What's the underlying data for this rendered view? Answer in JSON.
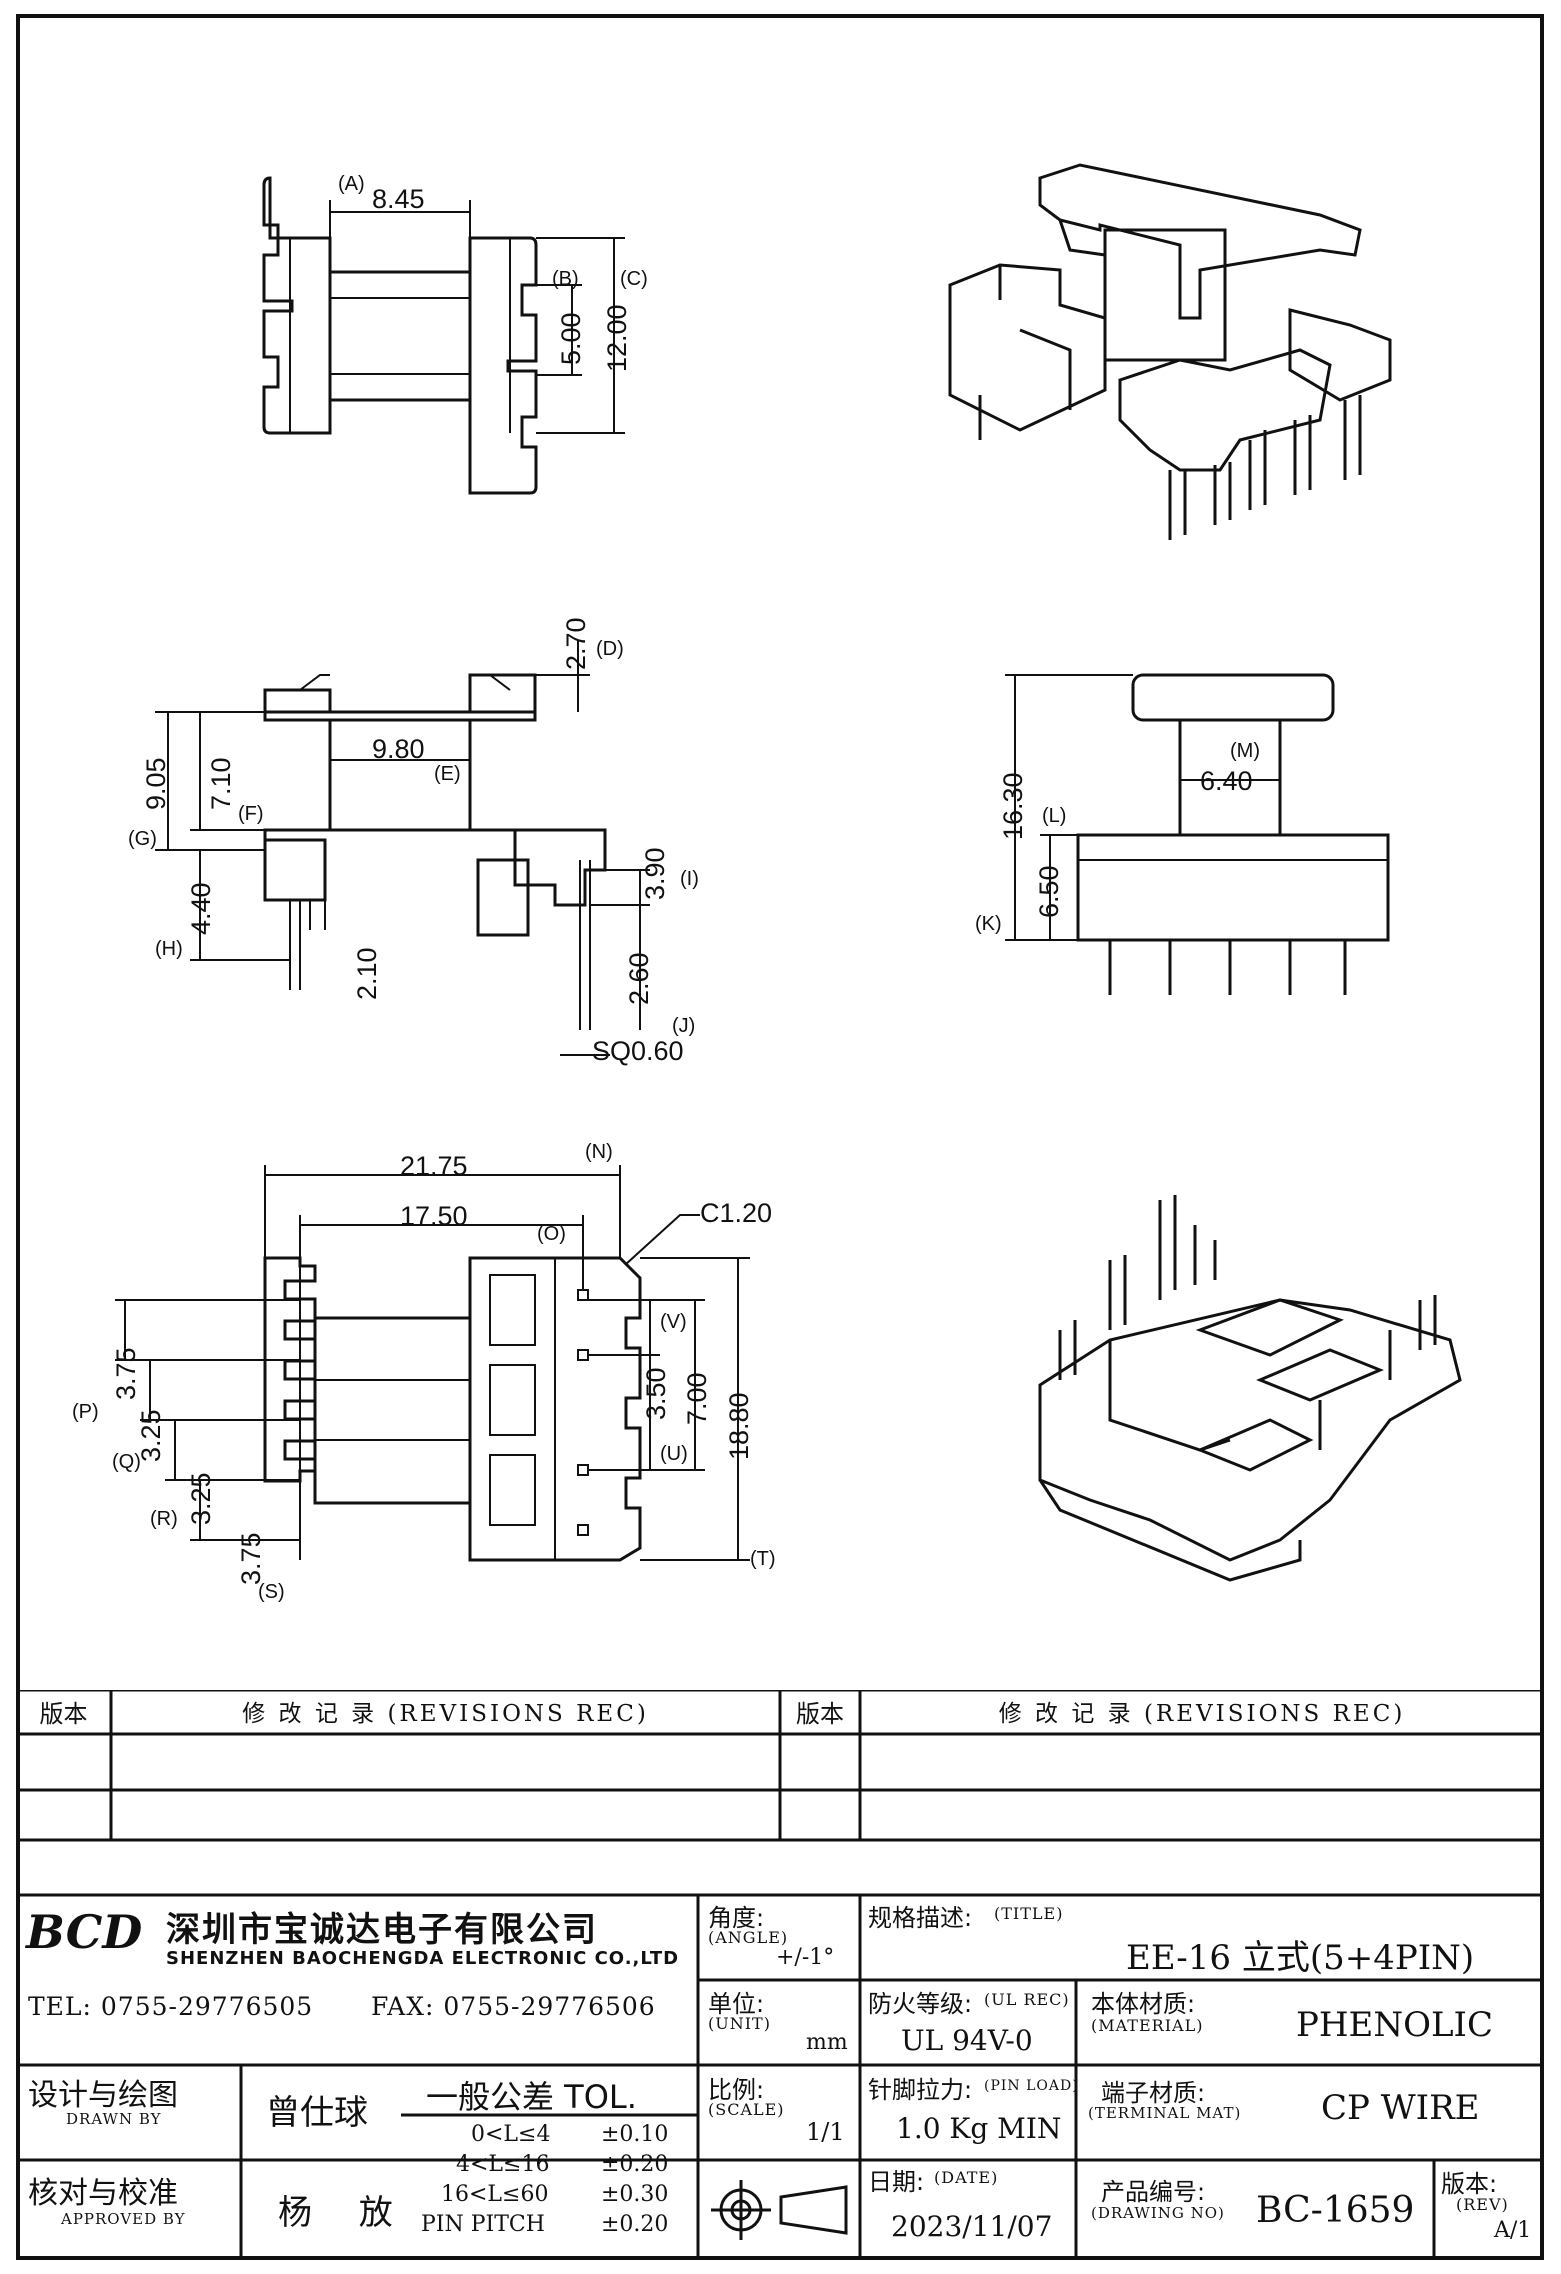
{
  "views": {
    "top": {
      "A": "8.45",
      "A_tag": "(A)",
      "B": "5.00",
      "B_tag": "(B)",
      "C": "12.00",
      "C_tag": "(C)"
    },
    "front": {
      "D": "2.70",
      "D_tag": "(D)",
      "E": "9.80",
      "E_tag": "(E)",
      "F_tag": "(F)",
      "G": "9.05",
      "G_tag": "(G)",
      "F": "7.10",
      "H": "4.40",
      "H_tag": "(H)",
      "h210": "2.10",
      "I": "3.90",
      "I_tag": "(I)",
      "J": "2.60",
      "J_tag": "(J)",
      "SQ": "SQ0.60"
    },
    "side": {
      "K": "16.30",
      "K_tag": "(K)",
      "L": "6.50",
      "L_tag": "(L)",
      "M": "6.40",
      "M_tag": "(M)"
    },
    "bottom": {
      "N": "21.75",
      "N_tag": "(N)",
      "O": "17.50",
      "O_tag": "(O)",
      "C12": "C1.20",
      "P": "3.75",
      "P_tag": "(P)",
      "Q": "3.25",
      "Q_tag": "(Q)",
      "R": "3.25",
      "R_tag": "(R)",
      "S": "3.75",
      "S_tag": "(S)",
      "V": "3.50",
      "V_tag": "(V)",
      "U": "7.00",
      "U_tag": "(U)",
      "T": "18.80",
      "T_tag": "(T)"
    }
  },
  "revisions": {
    "ver_label": "版本",
    "rec_label": "修 改 记 录 (REVISIONS REC)",
    "ver_label2": "版本",
    "rec_label2": "修 改 记 录 (REVISIONS REC)"
  },
  "company": {
    "logo": "BCD",
    "name_cn": "深圳市宝诚达电子有限公司",
    "name_en": "SHENZHEN BAOCHENGDA ELECTRONIC CO.,LTD",
    "tel": "TEL: 0755-29776505",
    "fax": "FAX: 0755-29776506"
  },
  "title_block": {
    "angle_label": "角度:",
    "angle_en": "(ANGLE)",
    "angle_val": "+/-1°",
    "title_label": "规格描述:",
    "title_en": "(TITLE)",
    "title_val": "EE-16 立式(5+4PIN)",
    "unit_label": "单位:",
    "unit_en": "(UNIT)",
    "unit_val": "mm",
    "ul_label": "防火等级:",
    "ul_en": "(UL REC)",
    "ul_val": "UL 94V-0",
    "mat_label": "本体材质:",
    "mat_en": "(MATERIAL)",
    "mat_val": "PHENOLIC",
    "scale_label": "比例:",
    "scale_en": "(SCALE)",
    "scale_val": "1/1",
    "pin_label": "针脚拉力:",
    "pin_en": "(PIN LOAD)",
    "pin_val": "1.0 Kg MIN",
    "term_label": "端子材质:",
    "term_en": "(TERMINAL MAT)",
    "term_val": "CP WIRE",
    "date_label": "日期:",
    "date_en": "(DATE)",
    "date_val": "2023/11/07",
    "dwg_label": "产品编号:",
    "dwg_en": "(DRAWING NO)",
    "dwg_val": "BC-1659",
    "rev_label": "版本:",
    "rev_en": "(REV)",
    "rev_val": "A/1",
    "drawn_label": "设计与绘图",
    "drawn_en": "DRAWN BY",
    "drawn_val": "曾仕球",
    "appr_label": "核对与校准",
    "appr_en": "APPROVED BY",
    "appr_val": "杨 放",
    "tol_title": "一般公差 TOL.",
    "tol_rows": [
      {
        "range": "0<L≤4",
        "val": "±0.10"
      },
      {
        "range": "4<L≤16",
        "val": "±0.20"
      },
      {
        "range": "16<L≤60",
        "val": "±0.30"
      },
      {
        "range": "PIN PITCH",
        "val": "±0.20"
      }
    ]
  },
  "colors": {
    "line": "#111111",
    "part": "#222222"
  }
}
